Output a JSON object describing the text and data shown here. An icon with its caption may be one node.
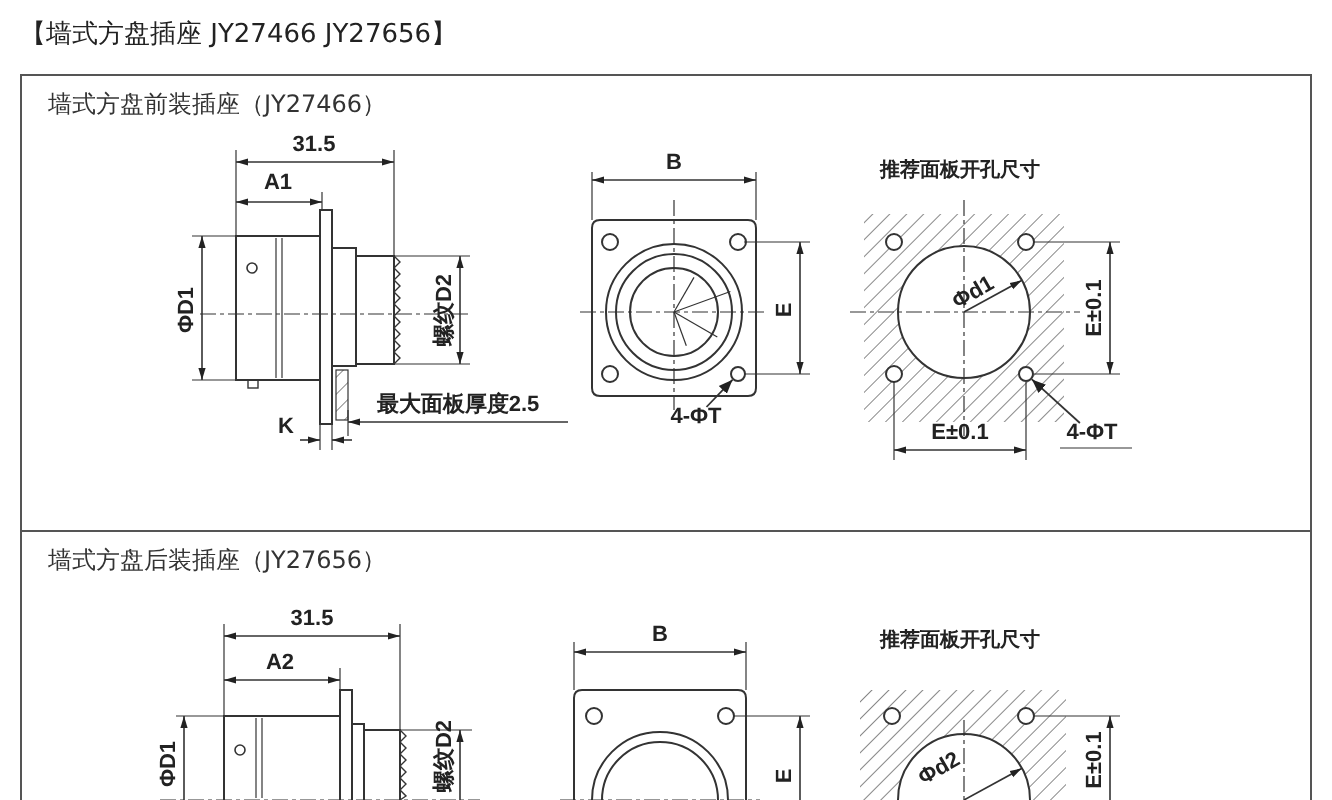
{
  "diagram": {
    "title": "【墙式方盘插座 JY27466 JY27656】",
    "nodes": [
      {
        "text": [
          "墙式方盘前装插座（JY27466）"
        ]
      },
      {
        "text": [
          "4-ΦT"
        ],
        "in": 0
      },
      {
        "text": [],
        "shape": "circle",
        "in": 0
      },
      {
        "text": [
          "4-ΦT"
        ],
        "in": 0
      },
      {
        "text": [],
        "shape": "circle",
        "in": 0
      },
      {
        "text": [
          "墙式方盘后装插座（JY27656）"
        ]
      }
    ],
    "edges": [
      {
        "from": 1,
        "to": 2,
        "arrow": "to"
      },
      {
        "from": 3,
        "to": 4,
        "arrow": "to"
      }
    ],
    "labels": [
      "31.5",
      "A1",
      "ΦD1",
      "螺纹D2",
      "K",
      "最大面板厚度2.5",
      "B",
      "E",
      "推荐面板开孔尺寸",
      "Φd1",
      "E±0.1",
      "E±0.1",
      "31.5",
      "A2",
      "ΦD1",
      "螺纹D2",
      "B",
      "E",
      "推荐面板开孔尺寸",
      "Φd2",
      "E±0.1"
    ]
  }
}
